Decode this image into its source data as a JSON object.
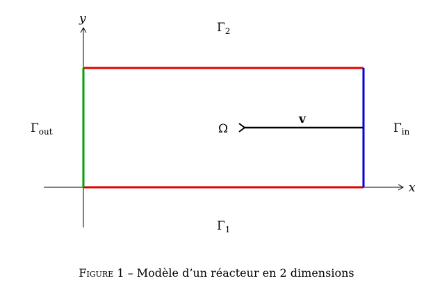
{
  "diagram": {
    "axes": {
      "x_label": "x",
      "y_label": "y"
    },
    "domain_label": "Ω",
    "vector_label": "v",
    "boundaries": {
      "top": {
        "symbol": "Γ",
        "subscript": "2",
        "color": "#e00000"
      },
      "bottom": {
        "symbol": "Γ",
        "subscript": "1",
        "color": "#e00000"
      },
      "left": {
        "symbol": "Γ",
        "subscript": "out",
        "color": "#00a000"
      },
      "right": {
        "symbol": "Γ",
        "subscript": "in",
        "color": "#0000e0"
      }
    }
  },
  "caption": {
    "figure_word": "Figure",
    "number": "1",
    "separator": "–",
    "text": "Modèle d’un réacteur en 2 dimensions"
  }
}
